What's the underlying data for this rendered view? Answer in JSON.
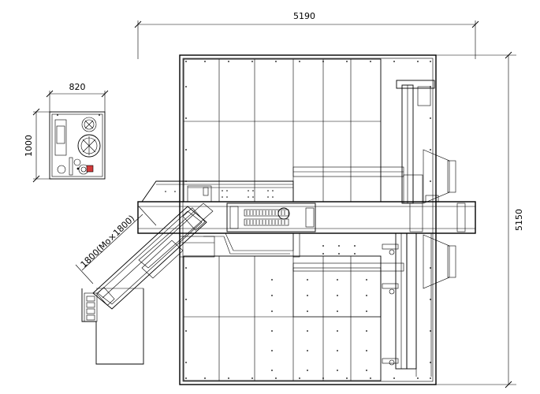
{
  "dimensions": {
    "overall_width": "5190",
    "overall_height": "5150",
    "unit_width": "820",
    "unit_height": "1000",
    "conveyor_size": "1800(Mo×1800)"
  },
  "colors": {
    "line": "#000000",
    "accent_red": "#d23a3a",
    "background": "#ffffff"
  }
}
